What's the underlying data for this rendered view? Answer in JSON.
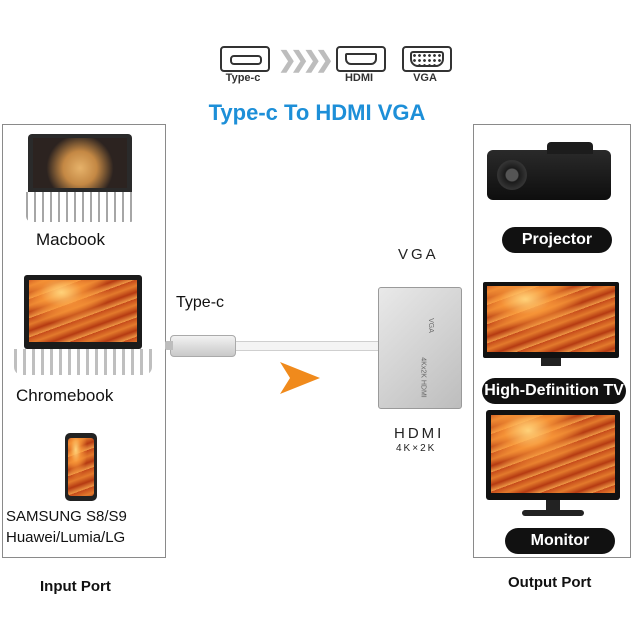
{
  "header": {
    "port_labels": [
      "Type-c",
      "HDMI",
      "VGA"
    ],
    "title": "Type-c To HDMI VGA"
  },
  "input": {
    "devices": [
      {
        "label": "Macbook"
      },
      {
        "label": "Chromebook"
      },
      {
        "label_line1": "SAMSUNG S8/S9",
        "label_line2": "Huawei/Lumia/LG"
      }
    ],
    "caption": "Input Port"
  },
  "middle": {
    "typec_label": "Type-c",
    "vga_label": "VGA",
    "hdmi_label": "HDMI",
    "hdmi_sub": "4K×2K",
    "adapter_vga_text": "VGA",
    "adapter_hdmi_text": "4Kx2K HDMI"
  },
  "output": {
    "devices": [
      {
        "label": "Projector"
      },
      {
        "label": "High-Definition TV"
      },
      {
        "label": "Monitor"
      }
    ],
    "caption": "Output Port"
  },
  "colors": {
    "title": "#1d8fd8",
    "arrow": "#f08a1c",
    "pill": "#111111"
  }
}
